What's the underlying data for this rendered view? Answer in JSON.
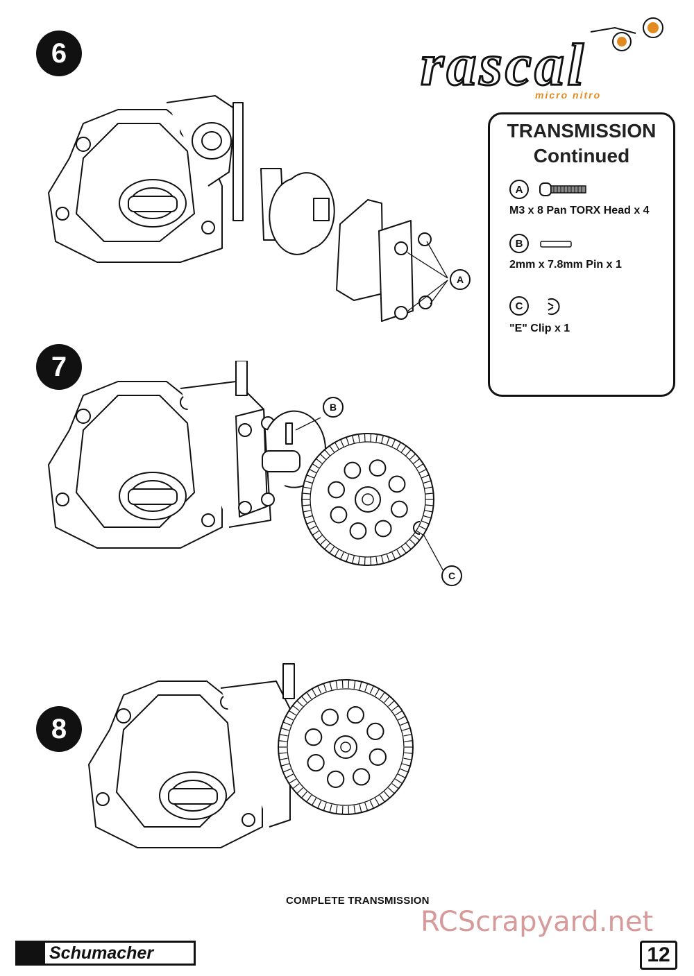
{
  "logo": {
    "wordmark": "rascal",
    "tagline": "micro nitro"
  },
  "steps": [
    "6",
    "7",
    "8"
  ],
  "parts_box": {
    "title_line1": "TRANSMISSION",
    "title_line2": "Continued",
    "items": [
      {
        "letter": "A",
        "desc": "M3 x 8 Pan TORX Head x 4",
        "icon": "screw-icon"
      },
      {
        "letter": "B",
        "desc": "2mm x 7.8mm Pin x 1",
        "icon": "pin-icon"
      },
      {
        "letter": "C",
        "desc": "\"E\" Clip x 1",
        "icon": "e-clip-icon"
      }
    ]
  },
  "callouts": {
    "a": "A",
    "b": "B",
    "c": "C"
  },
  "caption": "COMPLETE TRANSMISSION",
  "watermark": "RCScrapyard.net",
  "footer": {
    "brand": "Schumacher",
    "page": "12"
  }
}
